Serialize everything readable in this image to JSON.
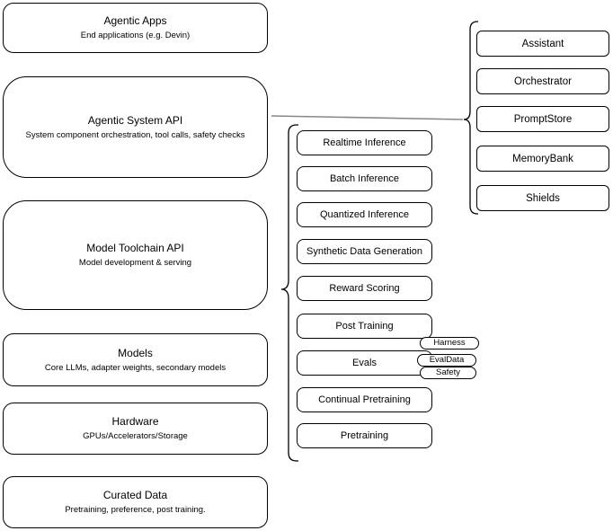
{
  "colors": {
    "box_fill": "#ffffff",
    "box_stroke": "#000000",
    "text": "#000000",
    "connector": "#888888"
  },
  "left_stack": [
    {
      "title": "Agentic Apps",
      "subtitle": "End applications (e.g. Devin)"
    },
    {
      "title": "Agentic System API",
      "subtitle": "System component orchestration, tool calls, safety checks"
    },
    {
      "title": "Model Toolchain API",
      "subtitle": "Model development & serving"
    },
    {
      "title": "Models",
      "subtitle": "Core LLMs, adapter weights, secondary models"
    },
    {
      "title": "Hardware",
      "subtitle": "GPUs/Accelerators/Storage"
    },
    {
      "title": "Curated Data",
      "subtitle": "Pretraining, preference, post training."
    }
  ],
  "toolchain_stack": [
    {
      "label": "Realtime Inference"
    },
    {
      "label": "Batch Inference"
    },
    {
      "label": "Quantized Inference"
    },
    {
      "label": "Synthetic Data Generation"
    },
    {
      "label": "Reward Scoring"
    },
    {
      "label": "Post Training"
    },
    {
      "label": "Evals"
    },
    {
      "label": "Continual Pretraining"
    },
    {
      "label": "Pretraining"
    }
  ],
  "evals_tags": [
    {
      "label": "Harness"
    },
    {
      "label": "EvalData"
    },
    {
      "label": "Safety"
    }
  ],
  "system_stack": [
    {
      "label": "Assistant"
    },
    {
      "label": "Orchestrator"
    },
    {
      "label": "PromptStore"
    },
    {
      "label": "MemoryBank"
    },
    {
      "label": "Shields"
    }
  ]
}
